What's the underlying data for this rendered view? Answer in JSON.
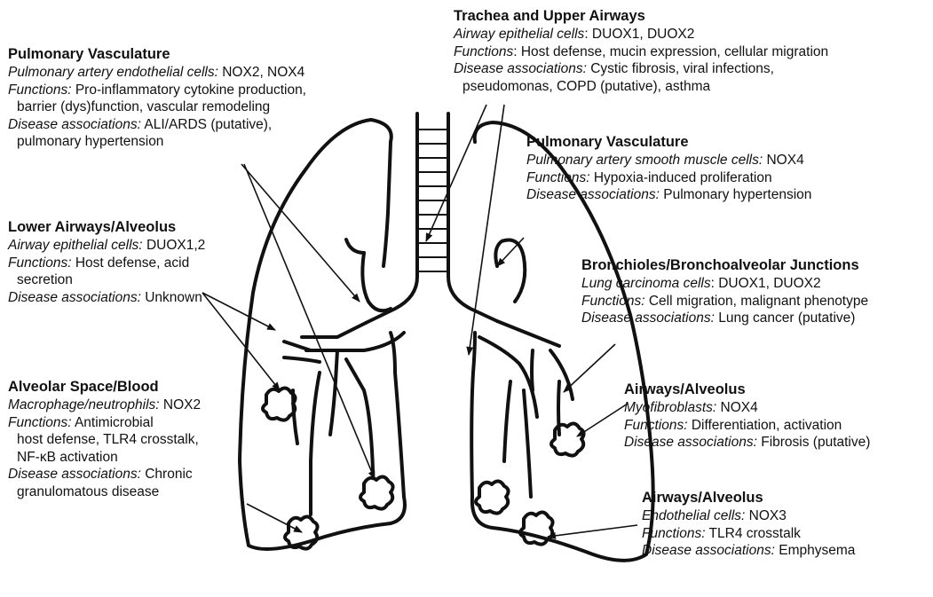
{
  "blocks": {
    "pv_left": {
      "title": "Pulmonary Vasculature",
      "cell_label": "Pulmonary artery endothelial cells:",
      "cell_value": "NOX2, NOX4",
      "func_label": "Functions:",
      "func_value": "Pro-inflammatory cytokine production,",
      "func_cont": "barrier (dys)function, vascular remodeling",
      "disease_label": "Disease associations:",
      "disease_value": "ALI/ARDS (putative),",
      "disease_cont": "pulmonary hypertension"
    },
    "trachea": {
      "title": "Trachea and Upper Airways",
      "cell_label": "Airway epithelial cells",
      "cell_value": ": DUOX1, DUOX2",
      "func_label": "Functions",
      "func_value": ": Host defense, mucin expression, cellular migration",
      "disease_label": "Disease associations:",
      "disease_value": "Cystic fibrosis, viral infections,",
      "disease_cont": "pseudomonas, COPD (putative), asthma"
    },
    "pv_right": {
      "title": "Pulmonary Vasculature",
      "cell_label": "Pulmonary artery smooth muscle cells:",
      "cell_value": "NOX4",
      "func_label": "Functions:",
      "func_value": "Hypoxia-induced proliferation",
      "disease_label": "Disease associations:",
      "disease_value": "Pulmonary hypertension"
    },
    "lower": {
      "title": "Lower Airways/Alveolus",
      "cell_label": "Airway epithelial cells:",
      "cell_value": "DUOX1,2",
      "func_label": "Functions:",
      "func_value": "Host defense, acid",
      "func_cont": "secretion",
      "disease_label": "Disease associations:",
      "disease_value": "Unknown"
    },
    "bronchioles": {
      "title": "Bronchioles/Bronchoalveolar Junctions",
      "cell_label": "Lung carcinoma cells",
      "cell_value": ": DUOX1, DUOX2",
      "func_label": "Functions:",
      "func_value": "Cell migration, malignant phenotype",
      "disease_label": "Disease associations:",
      "disease_value": "Lung cancer (putative)"
    },
    "alveolar": {
      "title": "Alveolar Space/Blood",
      "cell_label": "Macrophage/neutrophils:",
      "cell_value": "NOX2",
      "func_label": "Functions:",
      "func_value": "Antimicrobial",
      "func_cont1": "host defense, TLR4 crosstalk,",
      "func_cont2": "NF-κB activation",
      "disease_label": "Disease associations:",
      "disease_value": "Chronic",
      "disease_cont": "granulomatous disease"
    },
    "airways1": {
      "title": "Airways/Alveolus",
      "cell_label": "Myofibroblasts:",
      "cell_value": "NOX4",
      "func_label": "Functions:",
      "func_value": "Differentiation, activation",
      "disease_label": "Disease associations:",
      "disease_value": "Fibrosis (putative)"
    },
    "airways2": {
      "title": "Airways/Alveolus",
      "cell_label": "Endothelial cells:",
      "cell_value": "NOX3",
      "func_label": "Functions:",
      "func_value": "TLR4 crosstalk",
      "disease_label": "Disease associations:",
      "disease_value": "Emphysema"
    }
  }
}
